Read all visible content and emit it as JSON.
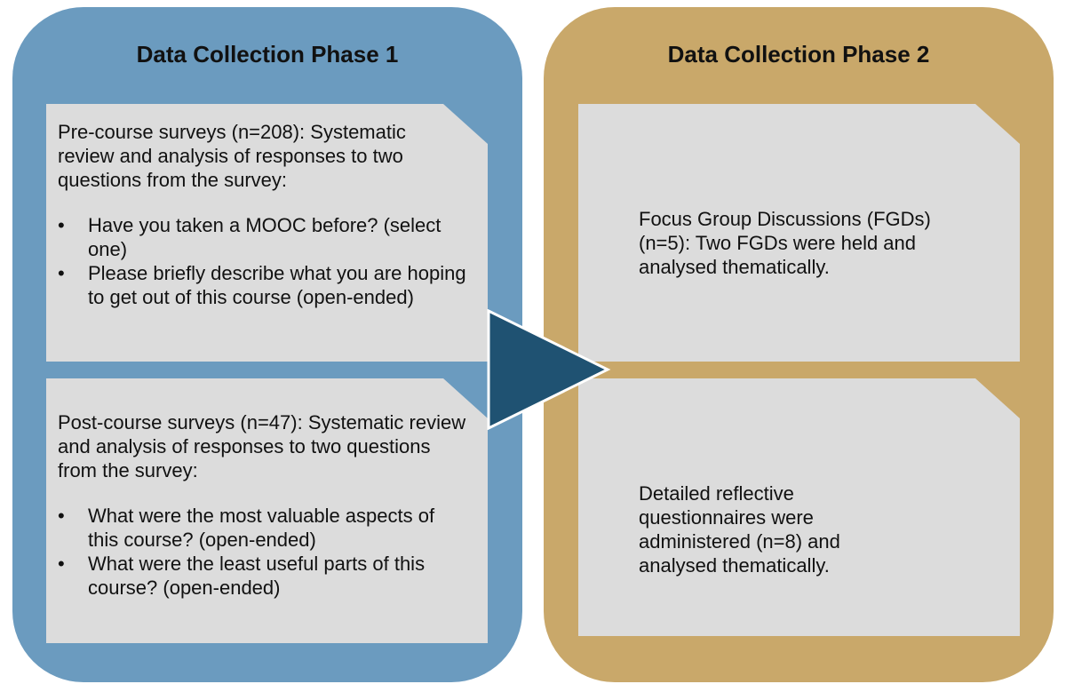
{
  "phase1": {
    "title": "Data Collection Phase 1",
    "pre_course": {
      "intro": "Pre-course surveys (n=208): Systematic review and analysis of responses to two questions from the survey:",
      "questions": [
        "Have you taken a MOOC before? (select one)",
        "Please briefly describe what you are hoping to get out of this course (open-ended)"
      ]
    },
    "post_course": {
      "intro": "Post-course surveys (n=47): Systematic review and analysis of responses to two questions from the survey:",
      "questions": [
        "What were the most valuable aspects of this course? (open-ended)",
        "What were the least useful parts of this course? (open-ended)"
      ]
    }
  },
  "phase2": {
    "title": "Data Collection Phase 2",
    "focus_groups": "Focus Group Discussions (FGDs) (n=5): Two FGDs were held and analysed thematically.",
    "questionnaires": "Detailed reflective questionnaires were administered (n=8) and analysed thematically."
  },
  "bullet_symbol": "•",
  "colors": {
    "phase1_panel": "#6b9bbf",
    "phase2_panel": "#c9a86a",
    "card": "#dcdcdc",
    "arrow": "#1f5272"
  }
}
